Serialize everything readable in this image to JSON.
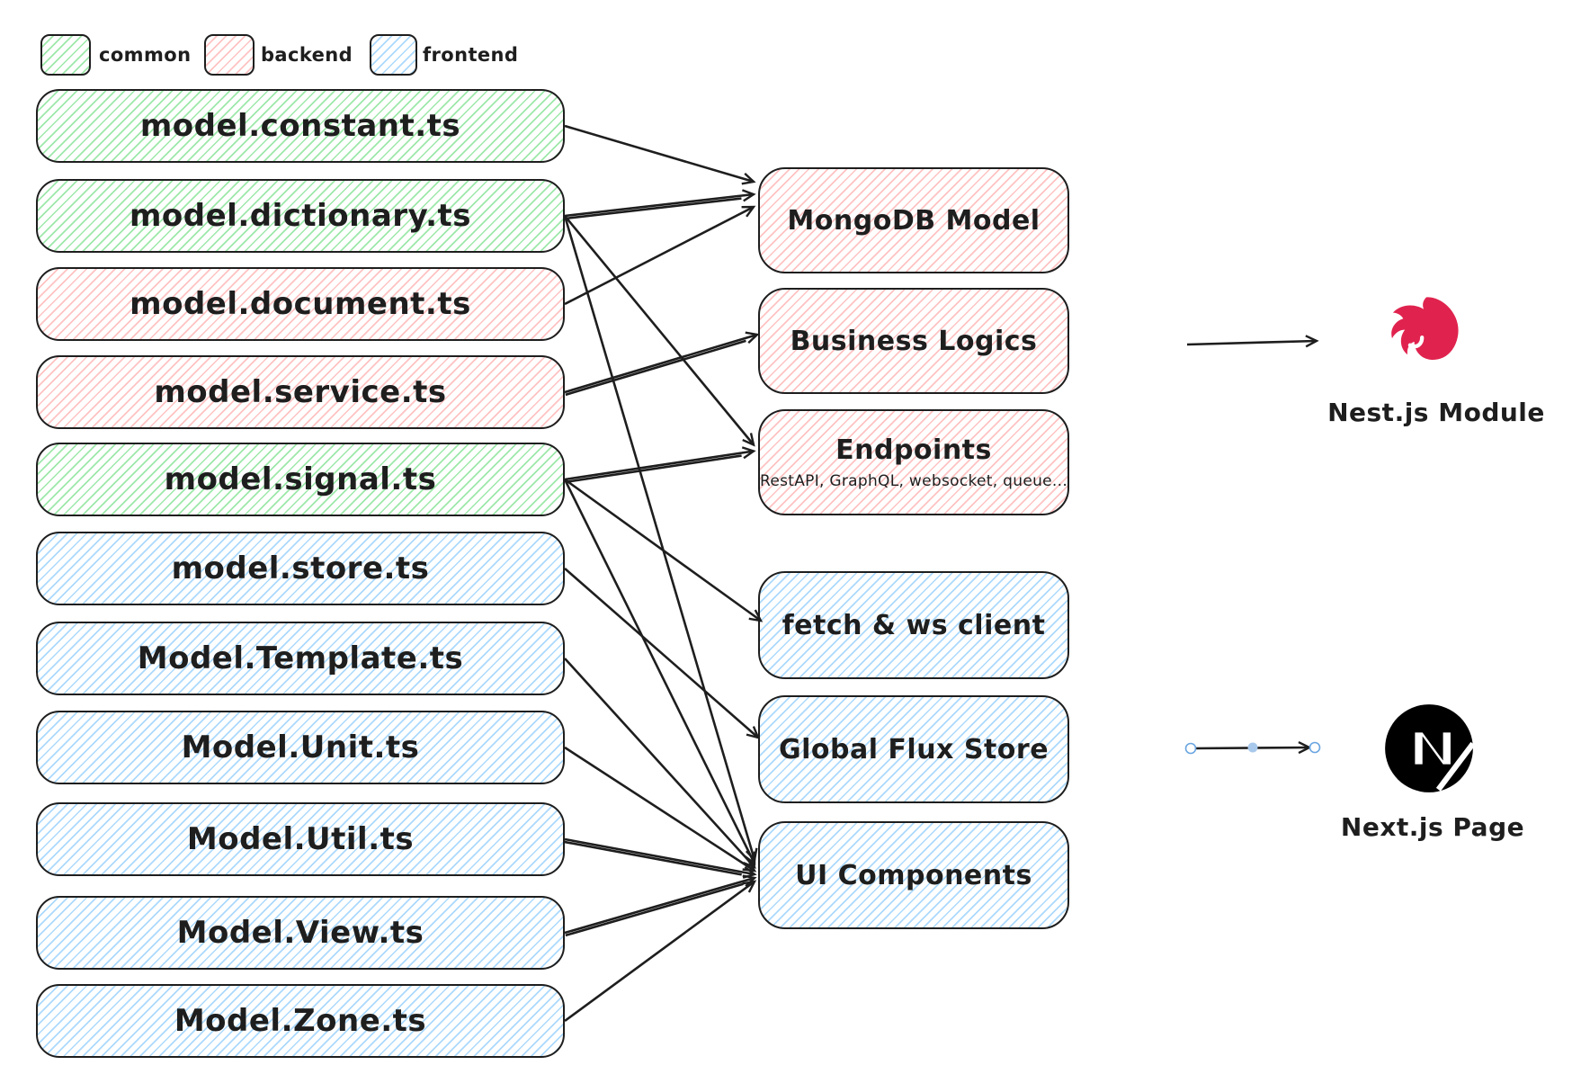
{
  "legend": [
    {
      "id": "common",
      "label": "common",
      "category": "common"
    },
    {
      "id": "backend",
      "label": "backend",
      "category": "backend"
    },
    {
      "id": "frontend",
      "label": "frontend",
      "category": "frontend"
    }
  ],
  "files": [
    {
      "id": "constant",
      "label": "model.constant.ts",
      "category": "common"
    },
    {
      "id": "dictionary",
      "label": "model.dictionary.ts",
      "category": "common"
    },
    {
      "id": "document",
      "label": "model.document.ts",
      "category": "backend"
    },
    {
      "id": "service",
      "label": "model.service.ts",
      "category": "backend"
    },
    {
      "id": "signal",
      "label": "model.signal.ts",
      "category": "common"
    },
    {
      "id": "store",
      "label": "model.store.ts",
      "category": "frontend"
    },
    {
      "id": "template",
      "label": "Model.Template.ts",
      "category": "frontend"
    },
    {
      "id": "unit",
      "label": "Model.Unit.ts",
      "category": "frontend"
    },
    {
      "id": "util",
      "label": "Model.Util.ts",
      "category": "frontend"
    },
    {
      "id": "view",
      "label": "Model.View.ts",
      "category": "frontend"
    },
    {
      "id": "zone",
      "label": "Model.Zone.ts",
      "category": "frontend"
    }
  ],
  "modules": [
    {
      "id": "mongodb",
      "label": "MongoDB Model",
      "category": "backend"
    },
    {
      "id": "business",
      "label": "Business Logics",
      "category": "backend"
    },
    {
      "id": "endpoints",
      "label": "Endpoints",
      "sublabel": "RestAPI, GraphQL, websocket, queue...",
      "category": "backend"
    },
    {
      "id": "fetch",
      "label": "fetch & ws client",
      "category": "frontend"
    },
    {
      "id": "flux",
      "label": "Global Flux Store",
      "category": "frontend"
    },
    {
      "id": "ui",
      "label": "UI Components",
      "category": "frontend"
    }
  ],
  "frameworks": [
    {
      "id": "nestjs",
      "label": "Nest.js Module"
    },
    {
      "id": "nextjs",
      "label": "Next.js Page"
    }
  ],
  "edges": [
    {
      "from": "constant",
      "to": "mongodb"
    },
    {
      "from": "dictionary",
      "to": "mongodb",
      "double": true
    },
    {
      "from": "document",
      "to": "mongodb"
    },
    {
      "from": "service",
      "to": "business",
      "double": true
    },
    {
      "from": "dictionary",
      "to": "endpoints"
    },
    {
      "from": "signal",
      "to": "endpoints",
      "double": true
    },
    {
      "from": "signal",
      "to": "fetch"
    },
    {
      "from": "store",
      "to": "flux"
    },
    {
      "from": "dictionary",
      "to": "ui"
    },
    {
      "from": "signal",
      "to": "ui"
    },
    {
      "from": "template",
      "to": "ui"
    },
    {
      "from": "unit",
      "to": "ui"
    },
    {
      "from": "util",
      "to": "ui",
      "double": true
    },
    {
      "from": "view",
      "to": "ui",
      "double": true
    },
    {
      "from": "zone",
      "to": "ui"
    }
  ],
  "framework_edges": [
    {
      "from": "business",
      "to": "nestjs",
      "selected": false
    },
    {
      "from": "flux",
      "to": "nextjs",
      "selected": true
    }
  ],
  "colors": {
    "stroke": "#1e1e1e",
    "common_hatch": "#69db7c",
    "backend_hatch": "#ff9191",
    "frontend_hatch": "#74c0fc",
    "nest_red": "#e0234e",
    "next_black": "#000000",
    "selection_handle": "#6aa5e0"
  }
}
